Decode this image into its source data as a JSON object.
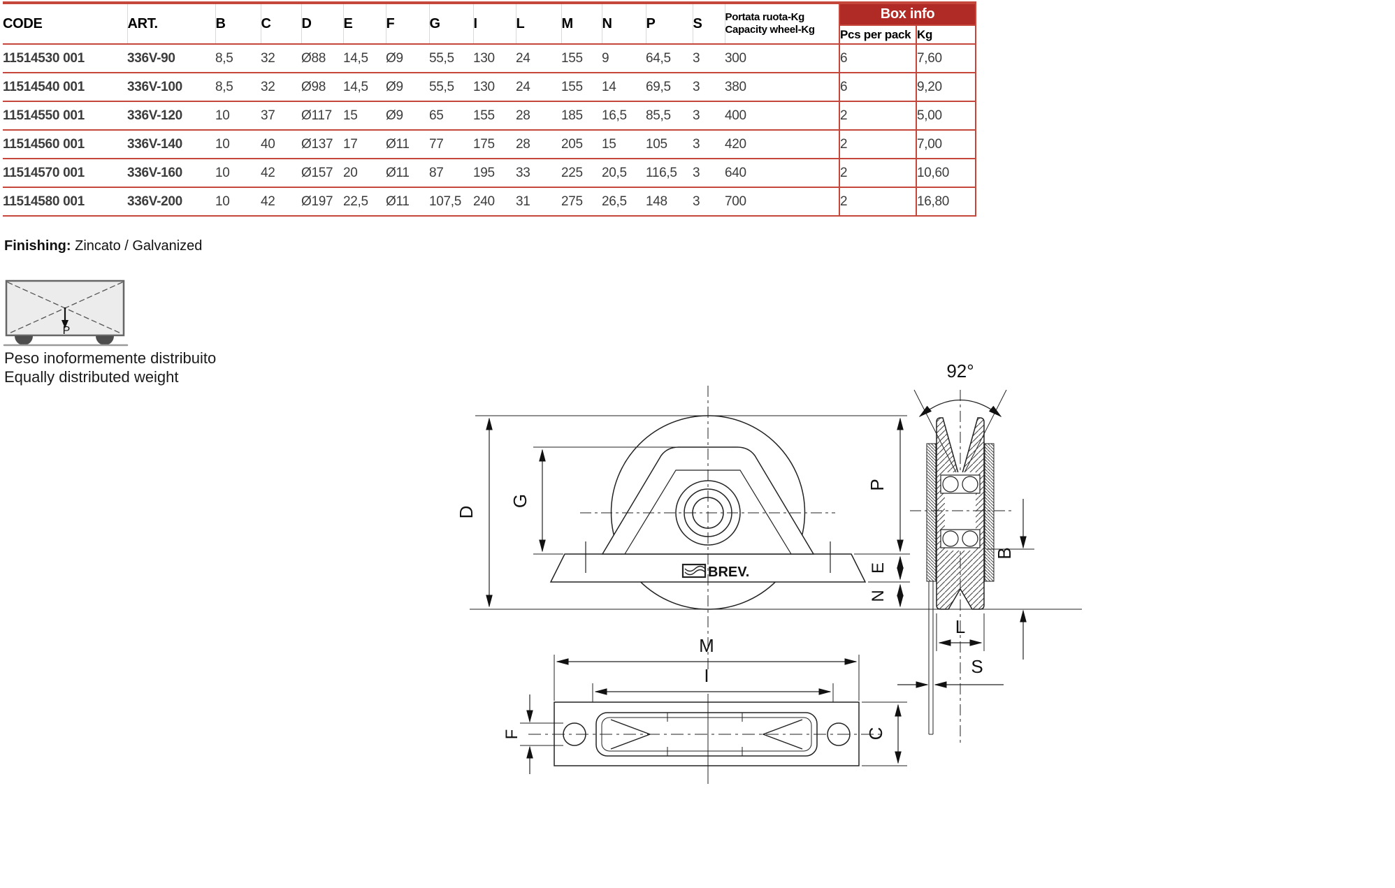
{
  "colors": {
    "banner_red": "#b02a26",
    "rule_red": "#c5473c"
  },
  "table": {
    "headers": {
      "code": "CODE",
      "art": "ART.",
      "dims": [
        "B",
        "C",
        "D",
        "E",
        "F",
        "G",
        "I",
        "L",
        "M",
        "N",
        "P",
        "S"
      ],
      "capacity_line1": "Portata ruota-Kg",
      "capacity_line2": "Capacity wheel-Kg",
      "box_info": "Box info",
      "pcs": "Pcs per pack",
      "kg": "Kg"
    },
    "rows": [
      [
        "11514530 001",
        "336V-90",
        "8,5",
        "32",
        "Ø88",
        "14,5",
        "Ø9",
        "55,5",
        "130",
        "24",
        "155",
        "9",
        "64,5",
        "3",
        "300",
        "6",
        "7,60"
      ],
      [
        "11514540 001",
        "336V-100",
        "8,5",
        "32",
        "Ø98",
        "14,5",
        "Ø9",
        "55,5",
        "130",
        "24",
        "155",
        "14",
        "69,5",
        "3",
        "380",
        "6",
        "9,20"
      ],
      [
        "11514550 001",
        "336V-120",
        "10",
        "37",
        "Ø117",
        "15",
        "Ø9",
        "65",
        "155",
        "28",
        "185",
        "16,5",
        "85,5",
        "3",
        "400",
        "2",
        "5,00"
      ],
      [
        "11514560 001",
        "336V-140",
        "10",
        "40",
        "Ø137",
        "17",
        "Ø11",
        "77",
        "175",
        "28",
        "205",
        "15",
        "105",
        "3",
        "420",
        "2",
        "7,00"
      ],
      [
        "11514570 001",
        "336V-160",
        "10",
        "42",
        "Ø157",
        "20",
        "Ø11",
        "87",
        "195",
        "33",
        "225",
        "20,5",
        "116,5",
        "3",
        "640",
        "2",
        "10,60"
      ],
      [
        "11514580 001",
        "336V-200",
        "10",
        "42",
        "Ø197",
        "22,5",
        "Ø11",
        "107,5",
        "240",
        "31",
        "275",
        "26,5",
        "148",
        "3",
        "700",
        "2",
        "16,80"
      ]
    ]
  },
  "finishing": {
    "label": "Finishing:",
    "value": " Zincato / Galvanized"
  },
  "weight_note": {
    "p": "P",
    "line1": "Peso inoformemente distribuito",
    "line2": "Equally distributed weight"
  },
  "drawing": {
    "angle": "92°",
    "brand": "BREV.",
    "dims": {
      "D": "D",
      "G": "G",
      "P": "P",
      "E": "E",
      "N": "N",
      "M": "M",
      "I": "I",
      "F": "F",
      "C": "C",
      "B": "B",
      "L": "L",
      "S": "S"
    }
  }
}
